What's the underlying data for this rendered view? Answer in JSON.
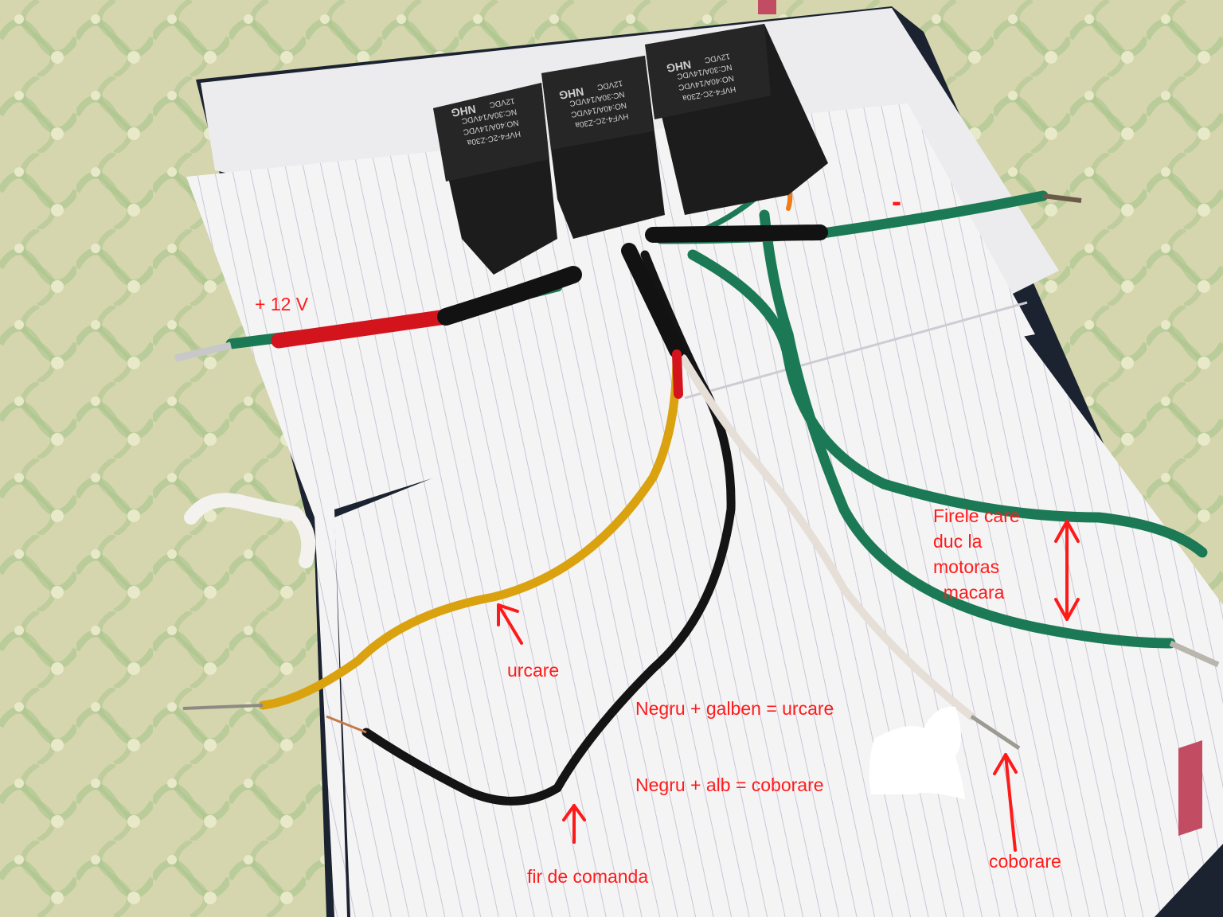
{
  "labels": {
    "minus": "-",
    "plus12v": "+ 12 V",
    "firele": "Firele care\nduc la\nmotoras\n  macara",
    "urcare": "urcare",
    "negru_galben": "Negru + galben = urcare",
    "negru_alb": "Negru + alb = coborare",
    "fir_comanda": "fir de comanda",
    "coborare": "coborare"
  },
  "relays": [
    {
      "model": "HVF4-2C-Z30a",
      "spec1": "NO:40A/14VDC",
      "spec2": "NC:30A/14VDC",
      "voltage": "12VDC",
      "brand": "NHG"
    },
    {
      "model": "HVF4-2C-Z30a",
      "spec1": "NO:40A/14VDC",
      "spec2": "NC:30A/14VDC",
      "voltage": "12VDC",
      "brand": "NHG"
    },
    {
      "model": "HVF4-2C-Z30a",
      "spec1": "NO:40A/14VDC",
      "spec2": "NC:30A/14VDC",
      "voltage": "12VDC",
      "brand": "NHG"
    }
  ],
  "colors": {
    "annotation": "#ff1a1a",
    "wire_green": "#1b7a55",
    "wire_black": "#141414",
    "wire_yellow": "#dba20f",
    "wire_white": "#e6dfd8",
    "wire_orange": "#ee7a18",
    "heatshrink_red": "#d4141c",
    "relay": "#1c1c1c",
    "paper": "#f4f3f4",
    "tablecloth": "#d5d6ae"
  }
}
